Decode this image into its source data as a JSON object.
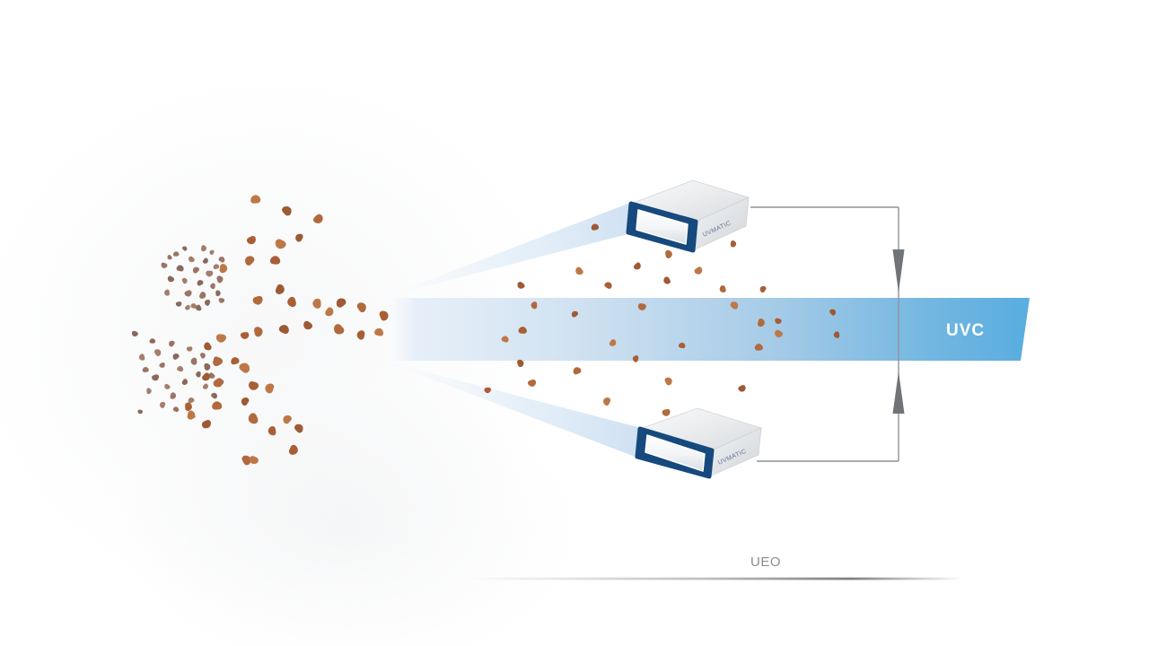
{
  "diagram": {
    "uvc_label": "UVC",
    "footer_label": "UEO",
    "device_top_label": "UVMATIC",
    "device_bottom_label": "UVMATIC",
    "colors": {
      "band_strong": "#58ade0",
      "band_pale": "#e4eef8",
      "beam": "#cfe0f2",
      "bezel": "#16497d",
      "device_body": "#e9ebed",
      "connector": "#8f9499",
      "arrow": "#6f7478",
      "footer_line": "#7d7d7d",
      "footer_text": "#8e8e8e",
      "particle_small": [
        "#9a7465",
        "#8b685c",
        "#a37e6b"
      ],
      "particle_large": [
        "#b06a3e",
        "#a85f36",
        "#bd7848",
        "#9e5a34"
      ]
    },
    "particles": [
      [
        183,
        296,
        7,
        "s"
      ],
      [
        190,
        311,
        8,
        "s"
      ],
      [
        186,
        326,
        7,
        "s"
      ],
      [
        196,
        283,
        7,
        "s"
      ],
      [
        201,
        299,
        8,
        "s"
      ],
      [
        206,
        313,
        7,
        "s"
      ],
      [
        210,
        327,
        8,
        "s"
      ],
      [
        199,
        339,
        7,
        "s"
      ],
      [
        213,
        289,
        7,
        "s"
      ],
      [
        218,
        301,
        8,
        "s"
      ],
      [
        223,
        315,
        7,
        "s"
      ],
      [
        216,
        341,
        7,
        "s"
      ],
      [
        226,
        329,
        8,
        "s"
      ],
      [
        229,
        291,
        7,
        "s"
      ],
      [
        233,
        305,
        8,
        "s"
      ],
      [
        237,
        319,
        7,
        "s"
      ],
      [
        231,
        337,
        7,
        "s"
      ],
      [
        241,
        297,
        7,
        "s"
      ],
      [
        245,
        311,
        8,
        "s"
      ],
      [
        243,
        327,
        7,
        "s"
      ],
      [
        209,
        343,
        6,
        "s"
      ],
      [
        189,
        287,
        6,
        "s"
      ],
      [
        221,
        343,
        7,
        "s"
      ],
      [
        236,
        281,
        6,
        "s"
      ],
      [
        247,
        289,
        7,
        "s"
      ],
      [
        206,
        277,
        6,
        "s"
      ],
      [
        227,
        277,
        7,
        "s"
      ],
      [
        247,
        335,
        7,
        "s"
      ],
      [
        150,
        372,
        7,
        "s"
      ],
      [
        158,
        398,
        8,
        "s"
      ],
      [
        162,
        412,
        7,
        "s"
      ],
      [
        170,
        380,
        7,
        "s"
      ],
      [
        176,
        393,
        8,
        "s"
      ],
      [
        181,
        407,
        7,
        "s"
      ],
      [
        173,
        421,
        8,
        "s"
      ],
      [
        186,
        431,
        7,
        "s"
      ],
      [
        191,
        383,
        7,
        "s"
      ],
      [
        196,
        397,
        8,
        "s"
      ],
      [
        201,
        411,
        7,
        "s"
      ],
      [
        193,
        441,
        8,
        "s"
      ],
      [
        206,
        426,
        7,
        "s"
      ],
      [
        211,
        389,
        7,
        "s"
      ],
      [
        216,
        403,
        8,
        "s"
      ],
      [
        221,
        417,
        7,
        "s"
      ],
      [
        213,
        446,
        7,
        "s"
      ],
      [
        226,
        396,
        7,
        "s"
      ],
      [
        231,
        409,
        8,
        "s"
      ],
      [
        229,
        431,
        7,
        "s"
      ],
      [
        236,
        419,
        7,
        "s"
      ],
      [
        241,
        401,
        8,
        "s"
      ],
      [
        181,
        451,
        7,
        "s"
      ],
      [
        196,
        456,
        7,
        "s"
      ],
      [
        239,
        441,
        7,
        "s"
      ],
      [
        166,
        436,
        7,
        "s"
      ],
      [
        246,
        426,
        7,
        "s"
      ],
      [
        156,
        459,
        6,
        "s"
      ],
      [
        228,
        474,
        7,
        "s"
      ],
      [
        214,
        464,
        7,
        "s"
      ],
      [
        285,
        222,
        11,
        "l"
      ],
      [
        320,
        235,
        12,
        "l"
      ],
      [
        355,
        244,
        11,
        "l"
      ],
      [
        280,
        268,
        11,
        "l"
      ],
      [
        312,
        272,
        12,
        "l"
      ],
      [
        333,
        265,
        10,
        "l"
      ],
      [
        278,
        290,
        11,
        "l"
      ],
      [
        307,
        290,
        12,
        "l"
      ],
      [
        249,
        299,
        10,
        "l"
      ],
      [
        312,
        323,
        12,
        "l"
      ],
      [
        287,
        335,
        11,
        "l"
      ],
      [
        325,
        337,
        12,
        "l"
      ],
      [
        353,
        338,
        11,
        "l"
      ],
      [
        380,
        337,
        12,
        "l"
      ],
      [
        403,
        342,
        11,
        "l"
      ],
      [
        428,
        352,
        12,
        "l"
      ],
      [
        367,
        348,
        10,
        "l"
      ],
      [
        343,
        363,
        11,
        "l"
      ],
      [
        377,
        367,
        12,
        "l"
      ],
      [
        402,
        373,
        11,
        "l"
      ],
      [
        422,
        370,
        10,
        "l"
      ],
      [
        317,
        367,
        12,
        "l"
      ],
      [
        288,
        370,
        11,
        "l"
      ],
      [
        273,
        374,
        10,
        "l"
      ],
      [
        246,
        377,
        11,
        "l"
      ],
      [
        231,
        386,
        10,
        "l"
      ],
      [
        242,
        403,
        11,
        "l"
      ],
      [
        262,
        402,
        10,
        "l"
      ],
      [
        273,
        410,
        12,
        "l"
      ],
      [
        230,
        420,
        10,
        "l"
      ],
      [
        243,
        427,
        11,
        "l"
      ],
      [
        282,
        430,
        12,
        "l"
      ],
      [
        300,
        433,
        11,
        "l"
      ],
      [
        273,
        447,
        10,
        "l"
      ],
      [
        242,
        452,
        11,
        "l"
      ],
      [
        210,
        453,
        10,
        "l"
      ],
      [
        213,
        463,
        10,
        "l"
      ],
      [
        230,
        473,
        11,
        "l"
      ],
      [
        282,
        467,
        12,
        "l"
      ],
      [
        303,
        480,
        11,
        "l"
      ],
      [
        320,
        467,
        10,
        "l"
      ],
      [
        333,
        477,
        11,
        "l"
      ],
      [
        275,
        513,
        11,
        "l"
      ],
      [
        327,
        502,
        12,
        "l"
      ],
      [
        283,
        513,
        10,
        "l"
      ],
      [
        580,
        318,
        9,
        "l"
      ],
      [
        595,
        340,
        8,
        "l"
      ],
      [
        582,
        368,
        10,
        "l"
      ],
      [
        563,
        378,
        8,
        "l"
      ],
      [
        580,
        405,
        9,
        "l"
      ],
      [
        593,
        427,
        9,
        "l"
      ],
      [
        543,
        435,
        8,
        "l"
      ],
      [
        645,
        302,
        9,
        "l"
      ],
      [
        640,
        350,
        8,
        "l"
      ],
      [
        643,
        413,
        9,
        "l"
      ],
      [
        678,
        318,
        9,
        "l"
      ],
      [
        683,
        382,
        8,
        "l"
      ],
      [
        710,
        297,
        9,
        "l"
      ],
      [
        715,
        342,
        9,
        "l"
      ],
      [
        708,
        400,
        8,
        "l"
      ],
      [
        676,
        447,
        9,
        "l"
      ],
      [
        663,
        253,
        9,
        "l"
      ],
      [
        745,
        283,
        9,
        "l"
      ],
      [
        817,
        272,
        8,
        "l"
      ],
      [
        778,
        302,
        9,
        "l"
      ],
      [
        743,
        313,
        9,
        "l"
      ],
      [
        805,
        322,
        8,
        "l"
      ],
      [
        850,
        322,
        8,
        "l"
      ],
      [
        818,
        340,
        9,
        "l"
      ],
      [
        928,
        348,
        8,
        "l"
      ],
      [
        848,
        360,
        9,
        "l"
      ],
      [
        867,
        358,
        8,
        "l"
      ],
      [
        867,
        372,
        9,
        "l"
      ],
      [
        932,
        373,
        8,
        "l"
      ],
      [
        845,
        387,
        9,
        "l"
      ],
      [
        760,
        385,
        8,
        "l"
      ],
      [
        745,
        425,
        9,
        "l"
      ],
      [
        827,
        433,
        9,
        "l"
      ],
      [
        742,
        460,
        9,
        "l"
      ]
    ]
  }
}
